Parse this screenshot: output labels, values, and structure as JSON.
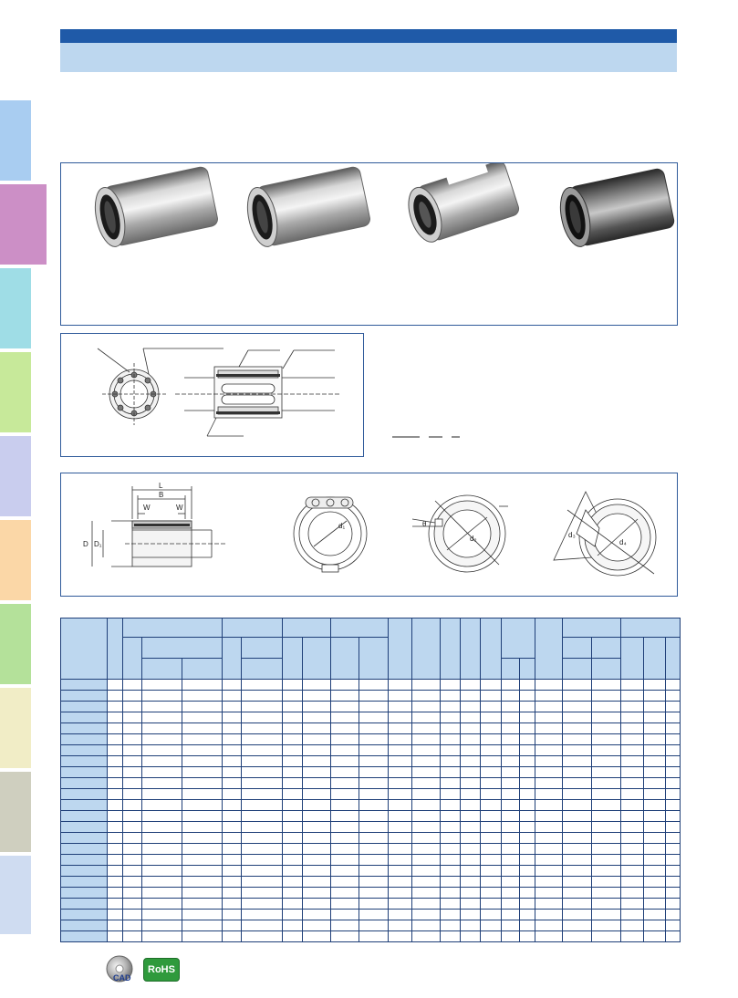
{
  "side_tabs": [
    {
      "color": "#a9cdf1"
    },
    {
      "color": "#cc8fc6"
    },
    {
      "color": "#9fdde6"
    },
    {
      "color": "#c7e99a"
    },
    {
      "color": "#c9cdee"
    },
    {
      "color": "#fbd7a7"
    },
    {
      "color": "#b4e19a"
    },
    {
      "color": "#f1edc6"
    },
    {
      "color": "#cfcfbf"
    },
    {
      "color": "#cfdcf1"
    }
  ],
  "header": {
    "top_color": "#1f5aa8",
    "band_color": "#bdd7ef"
  },
  "dimension_labels": {
    "L": "L",
    "B": "B",
    "W": "W",
    "W2": "W",
    "D": "D",
    "D1": "D₁",
    "theta": "θ",
    "d1": "d₁",
    "d2": "d₂",
    "d3": "d₃",
    "d4": "d₄"
  },
  "badges": {
    "cad": "CAD",
    "rohs": "RoHS"
  },
  "table": {
    "rows": 24
  }
}
